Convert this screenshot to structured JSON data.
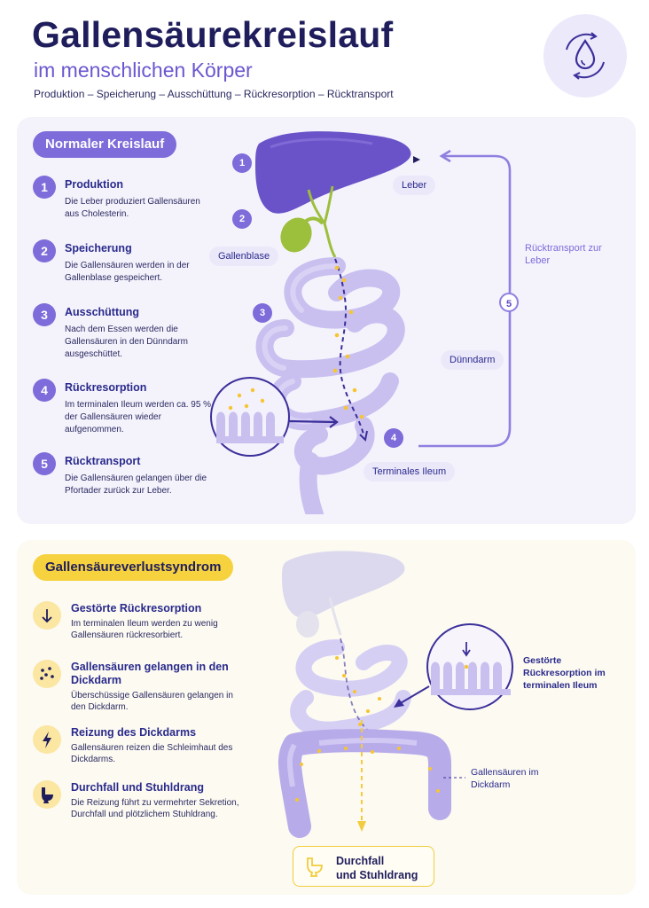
{
  "header": {
    "title": "Gallensäurekreislauf",
    "subtitle": "im menschlichen Körper",
    "steps": "Produktion – Speicherung – Ausschüttung – Rückresorption – Rücktransport",
    "logo_icon": "droplet-cycle-icon"
  },
  "normal": {
    "heading": "Normaler Kreislauf",
    "steps": [
      {
        "num": "1",
        "title": "Produktion",
        "desc": "Die Leber produziert Gallensäuren aus Cholesterin."
      },
      {
        "num": "2",
        "title": "Speicherung",
        "desc": "Die Gallensäuren werden in der Gallenblase gespeichert."
      },
      {
        "num": "3",
        "title": "Ausschüttung",
        "desc": "Nach dem Essen werden die Gallensäuren in den Dünndarm ausgeschüttet."
      },
      {
        "num": "4",
        "title": "Rückresorption",
        "desc": "Im terminalen Ileum werden ca. 95 % der Gallensäuren wieder aufgenommen."
      },
      {
        "num": "5",
        "title": "Rücktransport",
        "desc": "Die Gallensäuren gelangen über die Pfortader zurück zur Leber."
      }
    ],
    "diagram": {
      "labels": {
        "leber": "Leber",
        "gallenblase": "Gallenblase",
        "duenndarm": "Dünndarm",
        "ileum": "Terminales Ileum",
        "ruecktransport": "Rücktransport zur Leber"
      },
      "markers": [
        "1",
        "2",
        "3",
        "4",
        "5"
      ]
    }
  },
  "syndrome": {
    "heading": "Gallensäureverlustsyndrom",
    "items": [
      {
        "icon": "arrow-down-icon",
        "title": "Gestörte Rückresorption",
        "desc": "Im terminalen Ileum werden zu wenig Gallensäuren rückresorbiert."
      },
      {
        "icon": "dots-icon",
        "title": "Gallensäuren gelangen in den Dickdarm",
        "desc": "Überschüssige Gallensäuren gelangen in den Dickdarm."
      },
      {
        "icon": "lightning-icon",
        "title": "Reizung des Dickdarms",
        "desc": "Gallensäuren reizen die Schleimhaut des Dickdarms."
      },
      {
        "icon": "toilet-icon",
        "title": "Durchfall und Stuhldrang",
        "desc": "Die Reizung führt zu vermehrter Sekretion, Durchfall und plötzlichem Stuhldrang."
      }
    ],
    "diagram": {
      "ileum_note_line1": "Gestörte",
      "ileum_note_line2": "Rückresorption im",
      "ileum_note_line3": "terminalen Ileum",
      "colon_note_line1": "Gallensäuren im",
      "colon_note_line2": "Dickdarm",
      "result_line1": "Durchfall",
      "result_line2": "und Stuhldrang"
    }
  },
  "colors": {
    "navy": "#1f1d5c",
    "violet": "#7d6cd9",
    "light_violet": "#c9c0f0",
    "yellow": "#f6d23e",
    "liver": "#6a53c8",
    "gallbladder": "#9cbf3c"
  }
}
